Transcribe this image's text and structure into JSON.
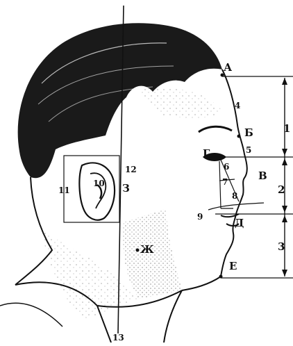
{
  "figure": {
    "label_A": "А",
    "label_B_cyr": "Б",
    "label_V": "В",
    "label_G": "Г",
    "label_D": "Д",
    "label_E": "Е",
    "label_Zh": "Ж",
    "label_Z": "З",
    "num_1": "1",
    "num_2": "2",
    "num_3": "3",
    "num_4": "4",
    "num_5": "5",
    "num_6": "6",
    "num_7": "7",
    "num_8": "8",
    "num_9": "9",
    "num_10": "10",
    "num_11": "11",
    "num_12": "12",
    "num_13": "13"
  },
  "colors": {
    "ink": "#111111",
    "paper": "#ffffff"
  }
}
